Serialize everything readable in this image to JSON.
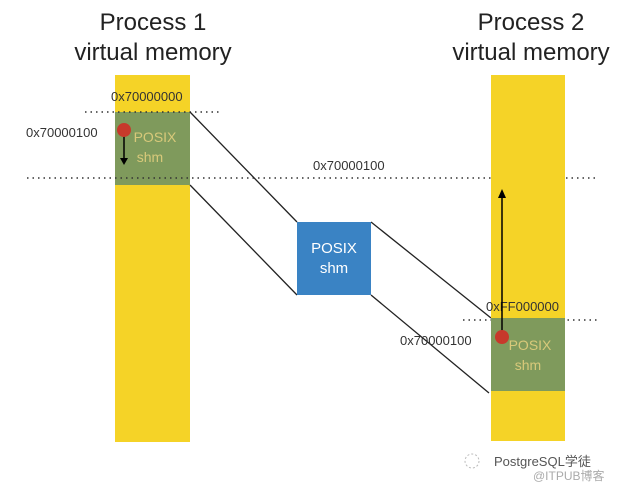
{
  "process1": {
    "title_line1": "Process 1",
    "title_line2": "virtual memory",
    "start_addr": "0x70000000",
    "pointer_addr": "0x70000100",
    "segment_line1": "POSIX",
    "segment_line2": "shm"
  },
  "process2": {
    "title_line1": "Process 2",
    "title_line2": "virtual memory",
    "start_addr": "0xFF000000",
    "pointer_addr": "0x70000100",
    "segment_line1": "POSIX",
    "segment_line2": "shm"
  },
  "shared": {
    "label_line1": "POSIX",
    "label_line2": "shm",
    "dotted_label": "0x70000100"
  },
  "watermark": {
    "line1": "PostgreSQL学徒",
    "line2": "@ITPUB博客"
  },
  "colors": {
    "memory": "#f5d327",
    "segment": "#7f9a5c",
    "shm_box": "#3a83c4",
    "pointer": "#c7392b"
  }
}
